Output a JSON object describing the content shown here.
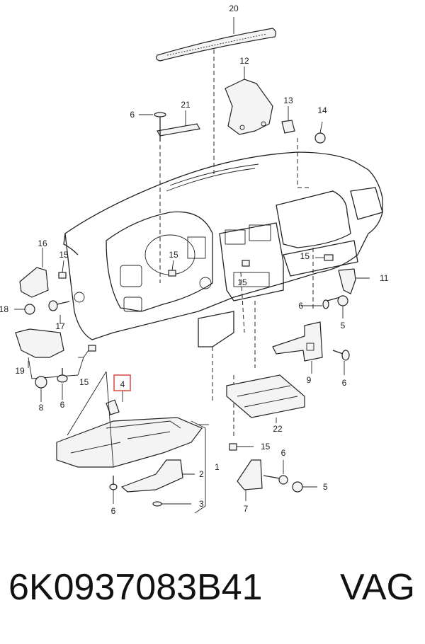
{
  "diagram": {
    "callouts": [
      "20",
      "12",
      "13",
      "14",
      "6",
      "21",
      "16",
      "15",
      "15",
      "15",
      "15",
      "18",
      "17",
      "19",
      "15",
      "8",
      "6",
      "4",
      "11",
      "6",
      "5",
      "9",
      "6",
      "22",
      "15",
      "6",
      "5",
      "7",
      "2",
      "1",
      "3",
      "6"
    ],
    "highlighted_callout": "4",
    "highlight_color": "#d9534f"
  },
  "footer": {
    "part_number": "6K0937083B41",
    "brand": "VAG"
  }
}
